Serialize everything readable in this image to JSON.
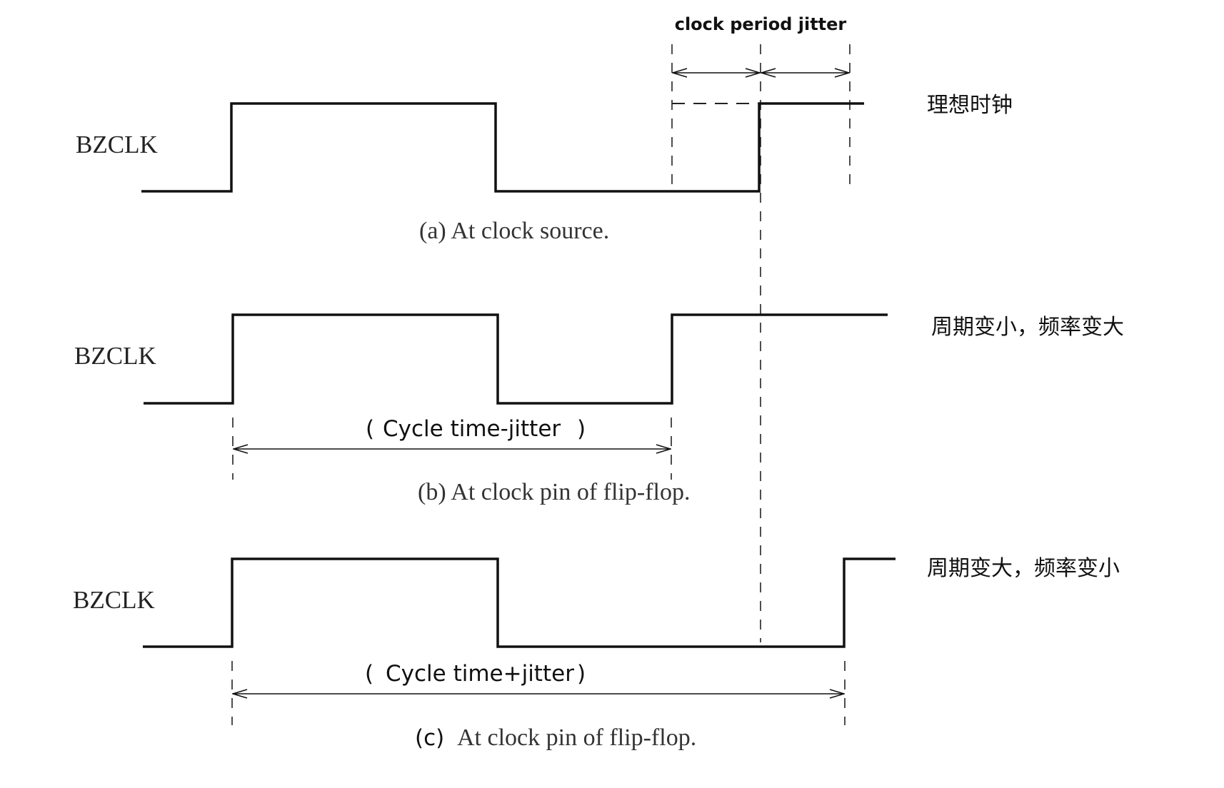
{
  "header": {
    "jitter_label": "clock period jitter"
  },
  "panels": [
    {
      "signal_label": "BZCLK",
      "caption": "(a) At clock source.",
      "note": "理想时钟"
    },
    {
      "signal_label": "BZCLK",
      "caption": "(b) At clock pin of flip-flop.",
      "note": "周期变小，频率变大",
      "measure_left_paren": "(",
      "measure_label": "Cycle time-jitter",
      "measure_right_paren": ")"
    },
    {
      "signal_label": "BZCLK",
      "caption_prefix": "(c)",
      "caption": "At clock pin of flip-flop.",
      "note": "周期变大，频率变小",
      "measure_left_paren": "(",
      "measure_label": "Cycle time+jitter",
      "measure_right_paren": ")"
    }
  ]
}
